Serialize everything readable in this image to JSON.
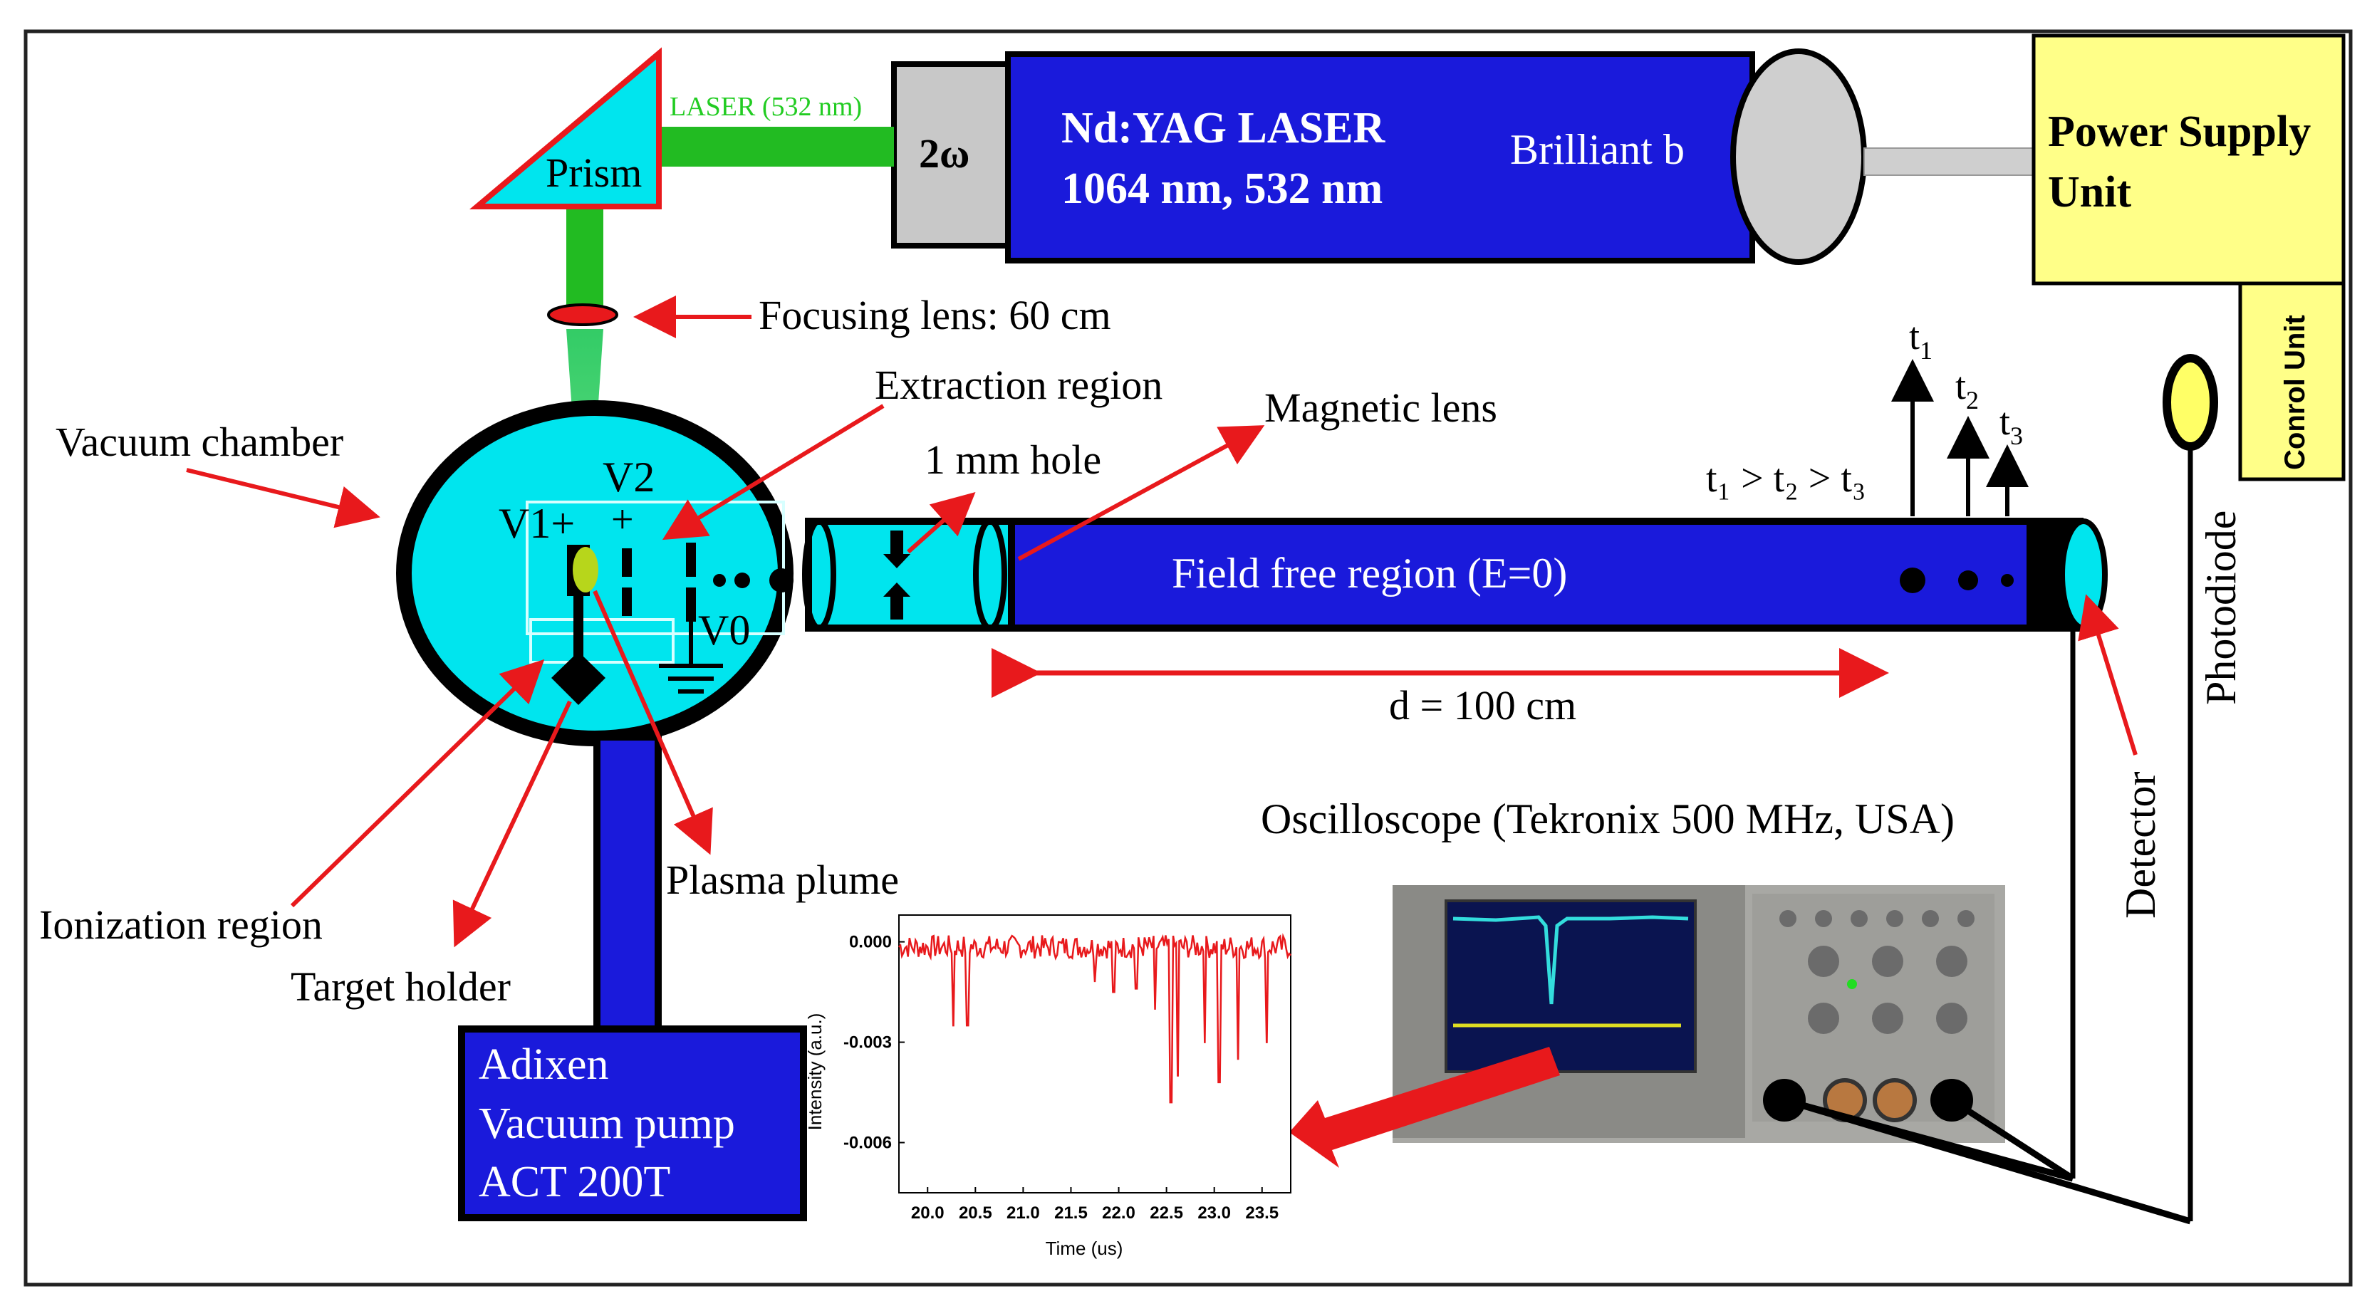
{
  "colors": {
    "laser_green": "#22bb22",
    "chamber_cyan": "#00e5ee",
    "tube_blue": "#1a1adb",
    "arrow_red": "#e8191c",
    "psu_yellow": "#ffff88",
    "photodiode_yellow": "#ffff66"
  },
  "labels": {
    "prism": "Prism",
    "laser_beam": "LASER (532 nm)",
    "doubler": "2ω",
    "laser_title": "Nd:YAG LASER",
    "laser_wavelengths": "1064 nm, 532 nm",
    "laser_model": "Brilliant b",
    "power_supply_line1": "Power Supply",
    "power_supply_line2": "Unit",
    "control_unit": "Conrol Unit",
    "focusing_lens": "Focusing lens: 60 cm",
    "extraction_region": "Extraction region",
    "magnetic_lens": "Magnetic lens",
    "hole": "1 mm hole",
    "vacuum_chamber": "Vacuum chamber",
    "v1": "V1+",
    "v2": "V2",
    "v2_plus": "+",
    "v0": "V0",
    "field_free": "Field free region (E=0)",
    "distance": "d = 100 cm",
    "detector": "Detector",
    "photodiode": "Photodiode",
    "oscilloscope": "Oscilloscope (Tekronix 500 MHz, USA)",
    "ionization_region": "Ionization region",
    "target_holder": "Target holder",
    "plasma_plume": "Plasma plume",
    "pump_line1": "Adixen",
    "pump_line2": "Vacuum pump",
    "pump_line3": "ACT 200T",
    "t1": "t",
    "t1_sub": "1",
    "t2": "t",
    "t2_sub": "2",
    "t3": "t",
    "t3_sub": "3",
    "time_order": "t₁ > t₂ > t₃"
  },
  "chart_data": {
    "type": "line",
    "xlabel": "Time (us)",
    "ylabel": "Intensity (a.u.)",
    "xlim": [
      19.7,
      23.8
    ],
    "ylim": [
      -0.0075,
      0.0008
    ],
    "x_ticks": [
      "20.0",
      "20.5",
      "21.0",
      "21.5",
      "22.0",
      "22.5",
      "23.0",
      "23.5"
    ],
    "x_tick_values": [
      20.0,
      20.5,
      21.0,
      21.5,
      22.0,
      22.5,
      23.0,
      23.5
    ],
    "y_ticks": [
      "0.000",
      "-0.003",
      "-0.006"
    ],
    "y_tick_values": [
      0.0,
      -0.003,
      -0.006
    ],
    "dips": [
      {
        "x": 20.27,
        "y": -0.0025
      },
      {
        "x": 20.42,
        "y": -0.0025
      },
      {
        "x": 21.75,
        "y": -0.0012
      },
      {
        "x": 21.95,
        "y": -0.0015
      },
      {
        "x": 22.18,
        "y": -0.0014
      },
      {
        "x": 22.38,
        "y": -0.002
      },
      {
        "x": 22.55,
        "y": -0.0048
      },
      {
        "x": 22.62,
        "y": -0.004
      },
      {
        "x": 22.9,
        "y": -0.003
      },
      {
        "x": 23.05,
        "y": -0.0042
      },
      {
        "x": 23.25,
        "y": -0.0035
      },
      {
        "x": 23.55,
        "y": -0.003
      }
    ]
  }
}
